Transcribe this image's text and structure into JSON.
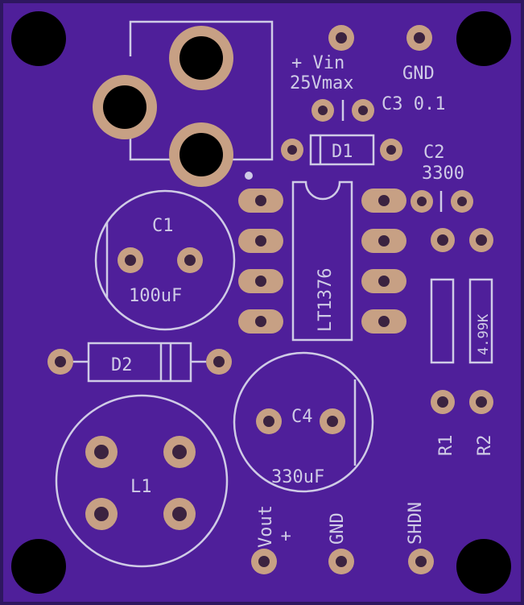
{
  "colors": {
    "board": "#4f1f9a",
    "board_edge": "#2e1760",
    "silkscreen": "#cfcbe6",
    "copper": "#c7a084",
    "drill": "#3b2340"
  },
  "labels": {
    "vin": "+ Vin",
    "vin_max": "25Vmax",
    "gnd_top": "GND",
    "c3": "C3 0.1",
    "d1": "D1",
    "c2": "C2",
    "c2_value": "3300",
    "c1": "C1",
    "c1_value": "100uF",
    "ic": "LT1376",
    "d2": "D2",
    "c4": "C4",
    "c4_value": "330uF",
    "l1": "L1",
    "r1": "R1",
    "r2": "R2",
    "r2_value": "4.99K",
    "vout": "Vout",
    "vout_plus": "+",
    "gnd_bottom": "GND",
    "shdn": "SHDN"
  }
}
